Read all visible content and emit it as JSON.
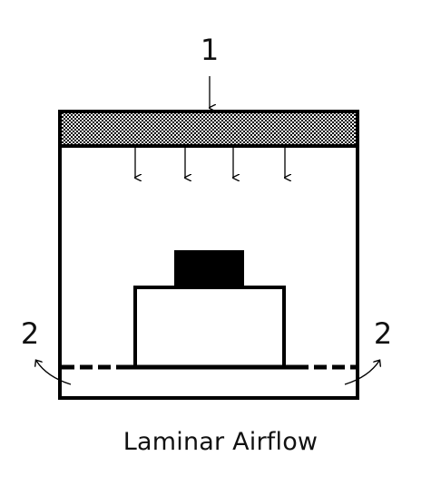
{
  "labels": {
    "filter_label": "1",
    "left_outflow_label": "2",
    "right_outflow_label": "2"
  },
  "caption": "Laminar Airflow",
  "colors": {
    "stroke": "#000000",
    "background": "#ffffff",
    "text": "#111111"
  }
}
